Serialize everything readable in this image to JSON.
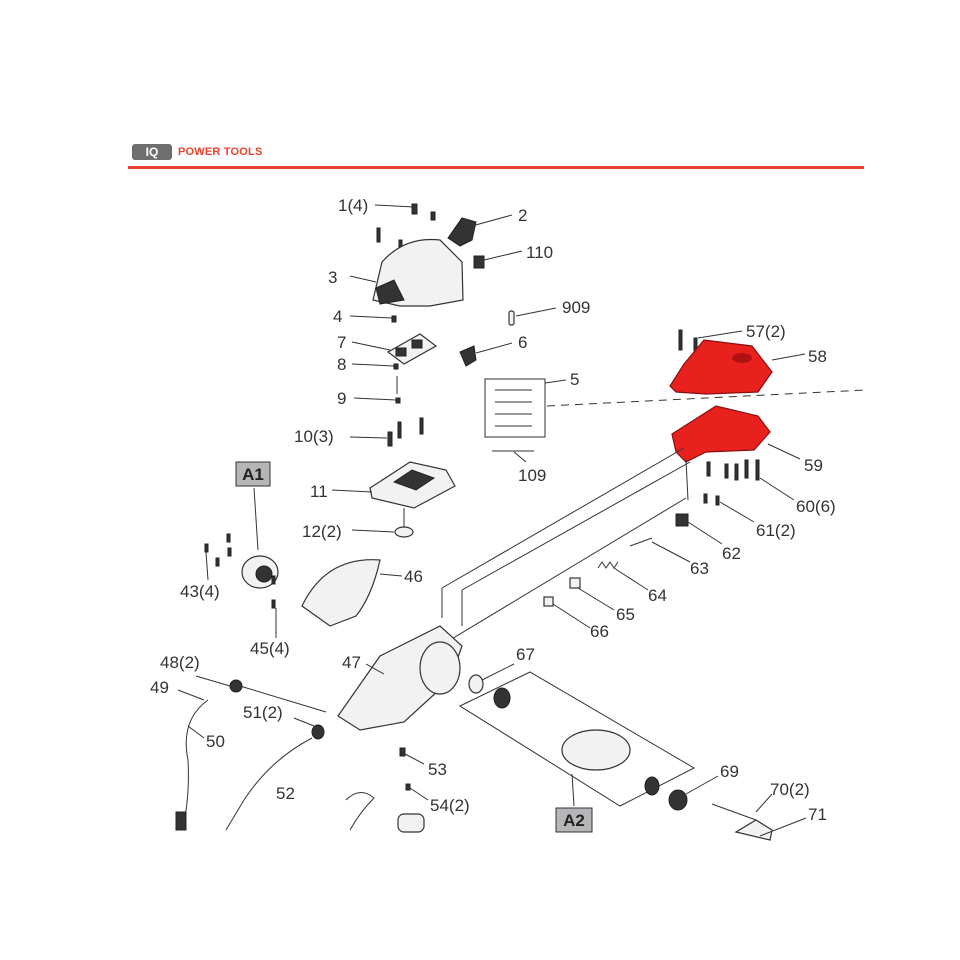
{
  "brand": {
    "badge": "IQ",
    "name": "POWER TOOLS",
    "accent": "#e8412c"
  },
  "highlight_color": "#e8201e",
  "callouts": [
    {
      "id": "c1",
      "text": "1(4)"
    },
    {
      "id": "c2",
      "text": "2"
    },
    {
      "id": "c110",
      "text": "110"
    },
    {
      "id": "c3",
      "text": "3"
    },
    {
      "id": "c909",
      "text": "909"
    },
    {
      "id": "c4",
      "text": "4"
    },
    {
      "id": "c7",
      "text": "7"
    },
    {
      "id": "c6",
      "text": "6"
    },
    {
      "id": "c8",
      "text": "8"
    },
    {
      "id": "c5",
      "text": "5"
    },
    {
      "id": "c9",
      "text": "9"
    },
    {
      "id": "c10",
      "text": "10(3)"
    },
    {
      "id": "c109",
      "text": "109"
    },
    {
      "id": "c11",
      "text": "11"
    },
    {
      "id": "c12",
      "text": "12(2)"
    },
    {
      "id": "c57",
      "text": "57(2)"
    },
    {
      "id": "c58",
      "text": "58"
    },
    {
      "id": "c59",
      "text": "59"
    },
    {
      "id": "c60",
      "text": "60(6)"
    },
    {
      "id": "c61",
      "text": "61(2)"
    },
    {
      "id": "c62",
      "text": "62"
    },
    {
      "id": "c63",
      "text": "63"
    },
    {
      "id": "c64",
      "text": "64"
    },
    {
      "id": "c65",
      "text": "65"
    },
    {
      "id": "c66",
      "text": "66"
    },
    {
      "id": "c43",
      "text": "43(4)"
    },
    {
      "id": "c46",
      "text": "46"
    },
    {
      "id": "c45",
      "text": "45(4)"
    },
    {
      "id": "c48",
      "text": "48(2)"
    },
    {
      "id": "c47",
      "text": "47"
    },
    {
      "id": "c67",
      "text": "67"
    },
    {
      "id": "c49",
      "text": "49"
    },
    {
      "id": "c51",
      "text": "51(2)"
    },
    {
      "id": "c50",
      "text": "50"
    },
    {
      "id": "c53",
      "text": "53"
    },
    {
      "id": "c52",
      "text": "52"
    },
    {
      "id": "c54",
      "text": "54(2)"
    },
    {
      "id": "c69",
      "text": "69"
    },
    {
      "id": "c70",
      "text": "70(2)"
    },
    {
      "id": "c71",
      "text": "71"
    }
  ],
  "assembly_labels": [
    {
      "id": "a1",
      "text": "A1"
    },
    {
      "id": "a2",
      "text": "A2"
    }
  ]
}
